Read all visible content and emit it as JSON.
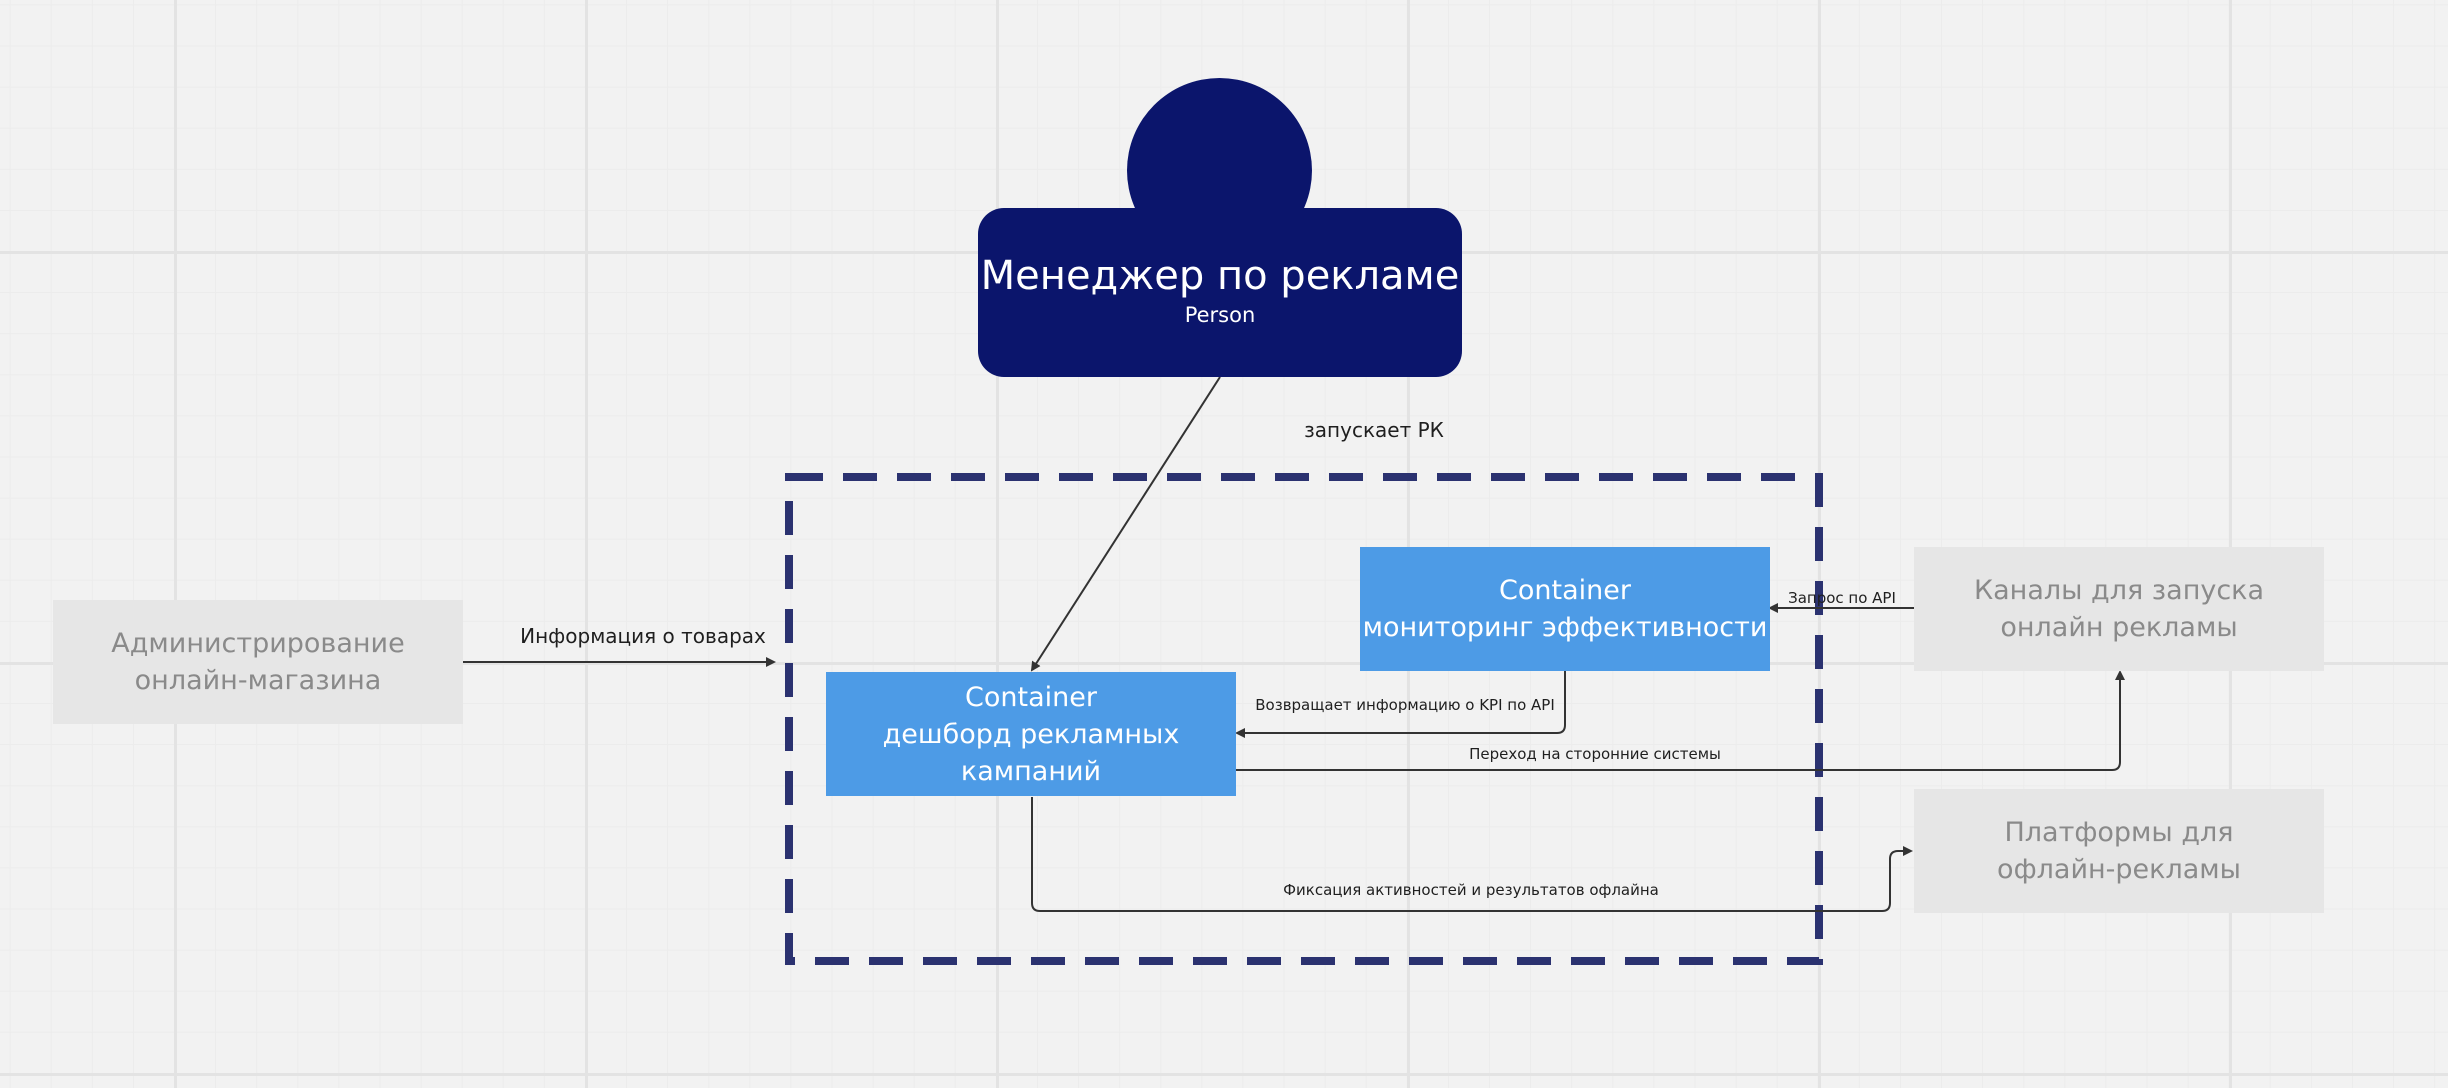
{
  "person": {
    "name": "Менеджер по рекламе",
    "type": "Person"
  },
  "containers": {
    "dashboard": {
      "type": "Container",
      "lines": [
        "дешборд рекламных",
        "кампаний"
      ]
    },
    "monitoring": {
      "type": "Container",
      "lines": [
        "мониторинг эффективности"
      ]
    }
  },
  "external": {
    "admin": {
      "lines": [
        "Администрирование",
        "онлайн-магазина"
      ]
    },
    "online_channels": {
      "lines": [
        "Каналы для запуска",
        "онлайн рекламы"
      ]
    },
    "offline_platforms": {
      "lines": [
        "Платформы для",
        "офлайн-рекламы"
      ]
    }
  },
  "relations": {
    "launches": "запускает РК",
    "product_info": "Информация о товарах",
    "api_request": "Запрос по API",
    "kpi_return": "Возвращает информацию о KPI по API",
    "external_redirect": "Переход на сторонние системы",
    "offline_tracking": "Фиксация активностей и результатов офлайна"
  },
  "colors": {
    "person": "#0b156c",
    "container": "#4d9be6",
    "external_bg": "#e6e6e6",
    "external_text": "#8a8a8a",
    "boundary": "#2b3270",
    "connector": "#333333"
  }
}
